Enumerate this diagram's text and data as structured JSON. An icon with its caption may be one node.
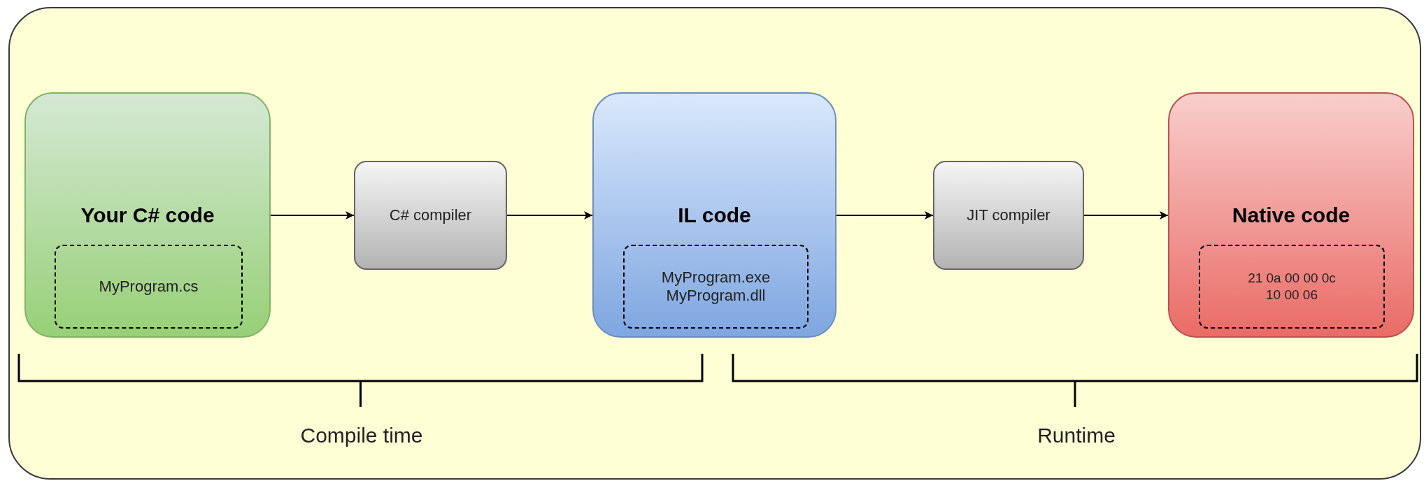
{
  "diagram": {
    "nodes": [
      {
        "text": [],
        "shape": "box"
      },
      {
        "text": [
          "Your C# code"
        ],
        "in": 0
      },
      {
        "text": [
          "MyProgram.cs"
        ],
        "in": 1
      },
      {
        "text": [
          "C# compiler"
        ],
        "in": 0
      },
      {
        "text": [
          "IL code"
        ],
        "in": 0
      },
      {
        "text": [
          "MyProgram.exe MyProgram.dll"
        ],
        "in": 4
      },
      {
        "text": [
          "JIT compiler"
        ],
        "in": 0
      },
      {
        "text": [
          "Native code"
        ],
        "in": 0
      },
      {
        "text": [
          "21 0a 00 00 0c 10 00 06"
        ],
        "in": 7
      }
    ],
    "edges": [
      {
        "from": 1,
        "to": 3,
        "arrow": "to"
      },
      {
        "from": 3,
        "to": 4,
        "arrow": "to"
      },
      {
        "from": 4,
        "to": 6,
        "arrow": "to"
      },
      {
        "from": 6,
        "to": 7,
        "arrow": "to"
      }
    ],
    "labels": [
      "Compile time",
      "Runtime"
    ]
  }
}
